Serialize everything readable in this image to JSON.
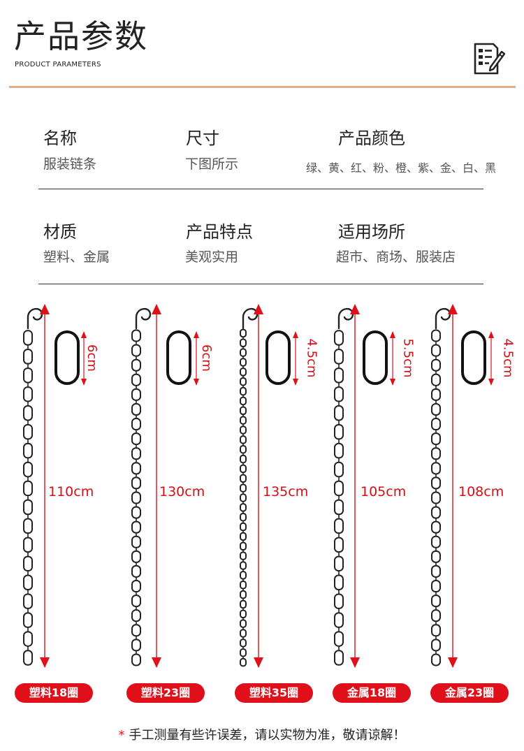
{
  "header": {
    "title_cn": "产品参数",
    "title_en": "PRODUCT PARAMETERS",
    "icon": "document-edit-icon"
  },
  "params": [
    {
      "label": "名称",
      "value": "服装链条"
    },
    {
      "label": "尺寸",
      "value": "下图所示"
    },
    {
      "label": "产品颜色",
      "value": "绿、黄、红、粉、橙、紫、金、白、黑"
    },
    {
      "label": "材质",
      "value": "塑料、金属"
    },
    {
      "label": "产品特点",
      "value": "美观实用"
    },
    {
      "label": "适用场所",
      "value": "超市、商场、服装店"
    }
  ],
  "chains": [
    {
      "length": "110cm",
      "link": "6cm",
      "badge": "塑料18圈",
      "rings": 18
    },
    {
      "length": "130cm",
      "link": "6cm",
      "badge": "塑料23圈",
      "rings": 23
    },
    {
      "length": "135cm",
      "link": "4.5cm",
      "badge": "塑料35圈",
      "rings": 35
    },
    {
      "length": "105cm",
      "link": "5.5cm",
      "badge": "金属18圈",
      "rings": 18
    },
    {
      "length": "108cm",
      "link": "4.5cm",
      "badge": "金属23圈",
      "rings": 23
    }
  ],
  "colors": {
    "accent": "#e0101b",
    "rule": "#e7ac8b"
  },
  "footnote": {
    "star": "*",
    "text": "手工测量有些许误差，请以实物为准，敬请谅解！"
  }
}
